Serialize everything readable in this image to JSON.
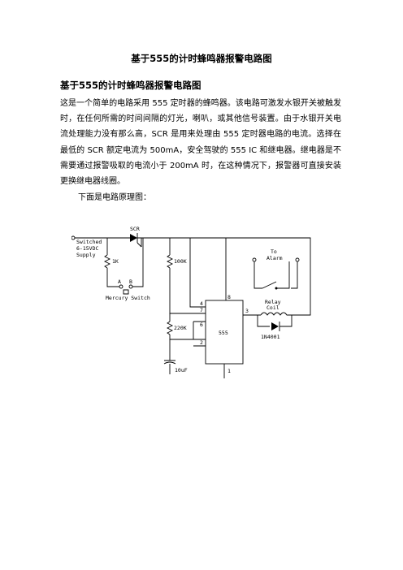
{
  "document": {
    "title": "基于555的计时蜂鸣器报警电路图",
    "section_heading": "基于555的计时蜂鸣器报警电路图",
    "body_text": "这是一个简单的电路采用 555 定时器的蜂鸣器。该电路可激发水银开关被触发时，在任何所需的时间间隔的灯光，喇叭，或其他信号装置。由于水银开关电流处理能力没有那么高，SCR 是用来处理由 555 定时器电路的电流。选择在最低的 SCR 额定电流为 500mA，安全驾驶的 555 IC 和继电器。继电器是不需要通过报警吸取的电流小于 200mA 时，在这种情况下，报警器可直接安装更换继电器线圈。",
    "diagram_caption": "下面是电路原理图："
  },
  "schematic": {
    "labels": {
      "supply_line1": "Switched",
      "supply_line2": "6-15VDC",
      "supply_line3": "Supply",
      "scr": "SCR",
      "r_1k": "1K",
      "r_100k": "100K",
      "r_220k": "220K",
      "cap": "10uF",
      "switch_pin_a": "A",
      "switch_pin_b": "B",
      "mercury_switch": "Mercury Switch",
      "ic": "555",
      "to_alarm_line1": "To",
      "to_alarm_line2": "Alarm",
      "relay_line1": "Relay",
      "relay_line2": "Coil",
      "diode": "1N4001"
    },
    "pins": {
      "p8": "8",
      "p4": "4",
      "p7": "7",
      "p6": "6",
      "p2": "2",
      "p3": "3",
      "p1": "1"
    }
  }
}
